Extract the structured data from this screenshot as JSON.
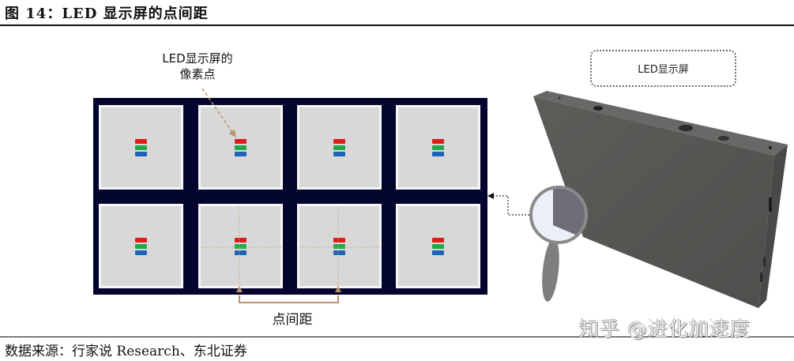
{
  "figure": {
    "title": "图 14：LED 显示屏的点间距",
    "source": "数据来源：行家说 Research、东北证券",
    "watermark": "知乎 @进化加速度"
  },
  "diagram": {
    "pixel_label_line1": "LED显示屏的",
    "pixel_label_line2": "像素点",
    "pitch_label": "点间距",
    "screen_tag": "LED显示屏",
    "grid": {
      "rows": 2,
      "cols": 4
    },
    "colors": {
      "panel_bg": "#03052e",
      "cell_bg": "#d8d8d8",
      "cell_border": "#f6f6f6",
      "led_red": "#e01b1b",
      "led_green": "#1fa84a",
      "led_blue": "#1f63b8",
      "pitch_arrow": "#b8926a",
      "screen_body": "#595856"
    },
    "icons": [
      "magnifier-icon",
      "dotted-arrow-icon",
      "pitch-dimension-arrow-icon",
      "led-pixel-icon"
    ]
  }
}
